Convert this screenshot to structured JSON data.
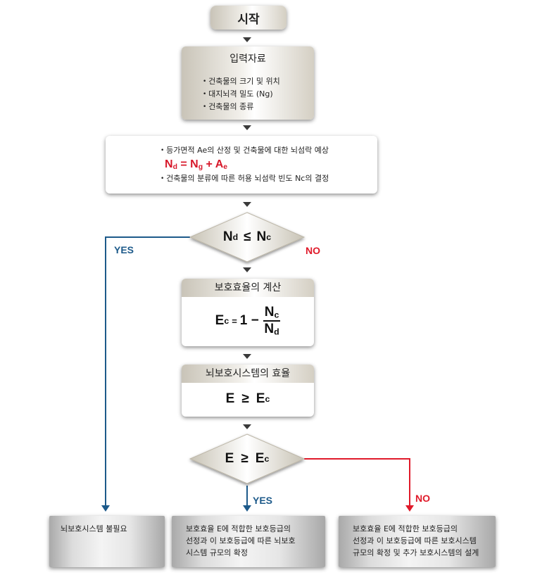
{
  "start": {
    "label": "시작"
  },
  "input": {
    "title": "입력자료",
    "items": [
      "건축물의 크기 및 위치",
      "대지뇌격 밀도 (Ng)",
      "건축물의 종류"
    ]
  },
  "estimate": {
    "item1": "등가면적 Ae의 산정 및 건축물에 대한  뇌섬락 예상",
    "eq_nd": "N",
    "eq_nd_sub": "d",
    "eq_eq": " = ",
    "eq_ng": "N",
    "eq_ng_sub": "g",
    "eq_plus": " + ",
    "eq_ae": "A",
    "eq_ae_sub": "e",
    "item2": "건축물의 분류에 따른 허용 뇌섬락 빈도 Nc의 결정"
  },
  "decision1": {
    "n1": "N",
    "n1_sub": "d",
    "op": "≤",
    "n2": "N",
    "n2_sub": "c"
  },
  "efficiency_calc": {
    "title": "보호효율의 계산",
    "e": "E",
    "e_sub": "c",
    "eq": "=",
    "one_minus": "1 −",
    "num": "N",
    "num_sub": "c",
    "den": "N",
    "den_sub": "d"
  },
  "system_efficiency": {
    "title": "뇌보호시스템의 효율",
    "e": "E",
    "op": "≥",
    "e2": "E",
    "e2_sub": "c"
  },
  "decision2": {
    "e": "E",
    "op": "≥",
    "e2": "E",
    "e2_sub": "c"
  },
  "labels": {
    "yes1": "YES",
    "no1": "NO",
    "yes2": "YES",
    "no2": "NO"
  },
  "results": {
    "left": "뇌보호시스템 불필요",
    "middle": [
      "보호효율 E에 적합한 보호등급의",
      "선정과 이 보호등급에 따른 뇌보호",
      "시스템 규모의 확정"
    ],
    "right": [
      "보호효율 E에 적합한 보호등급의",
      "선정과 이 보호등급에 따른 보호시스템",
      "규모의 확정 및 추가 보호시스템의 설계"
    ]
  },
  "colors": {
    "yes_line": "#1d5a8a",
    "no_line": "#e01a2a"
  }
}
